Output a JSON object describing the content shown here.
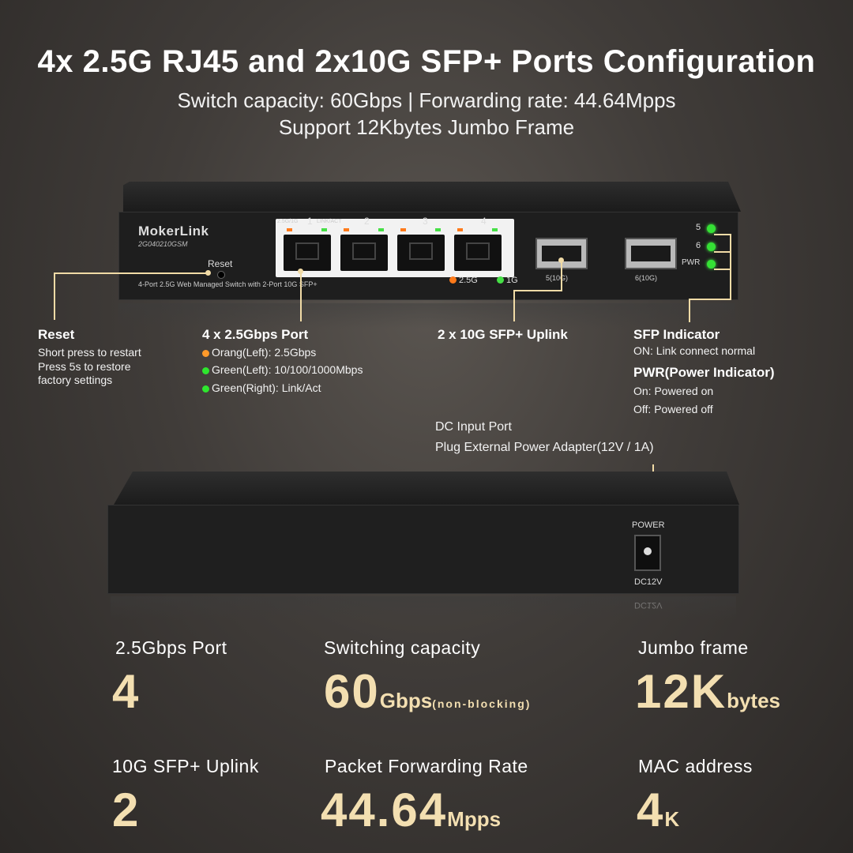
{
  "hero": {
    "title": "4x 2.5G RJ45 and 2x10G SFP+ Ports Configuration",
    "subtitle_1": "Switch capacity: 60Gbps | Forwarding rate: 44.64Mpps",
    "subtitle_2": "Support 12Kbytes Jumbo Frame"
  },
  "front_panel": {
    "brand": "MokerLink",
    "model": "2G040210GSM",
    "reset_label": "Reset",
    "description": "4-Port 2.5G Web Managed Switch with 2-Port 10G SFP+",
    "port_mode_label": "2.5G/1G",
    "port_link_label": "LINK/ACT",
    "port_numbers": [
      "1",
      "2",
      "3",
      "4"
    ],
    "legend_25g": "2.5G",
    "legend_1g": "1G",
    "sfp_labels": [
      "5(10G)",
      "6(10G)"
    ],
    "indicators": [
      "5",
      "6",
      "PWR"
    ]
  },
  "callouts": {
    "reset": {
      "title": "Reset",
      "lines": [
        "Short press to restart",
        "Press 5s to restore",
        "factory settings"
      ]
    },
    "rj45": {
      "title": "4 x 2.5Gbps Port",
      "items": [
        "Orang(Left): 2.5Gbps",
        "Green(Left): 10/100/1000Mbps",
        "Green(Right): Link/Act"
      ]
    },
    "sfp_uplink": {
      "title": "2 x 10G SFP+ Uplink"
    },
    "sfp_indicator": {
      "title": "SFP Indicator",
      "line": "ON: Link connect normal"
    },
    "pwr_indicator": {
      "title": "PWR(Power Indicator)",
      "lines": [
        "On: Powered on",
        "Off: Powered off"
      ]
    },
    "dc_input": {
      "line_1": "DC Input Port",
      "line_2": "Plug External Power Adapter(12V / 1A)"
    }
  },
  "rear_panel": {
    "power_label": "POWER",
    "dc_label": "DC12V"
  },
  "stats": [
    {
      "label": "2.5Gbps Port",
      "value": "4",
      "unit": "",
      "note": ""
    },
    {
      "label": "Switching capacity",
      "value": "60",
      "unit": "Gbps",
      "note": "(non-blocking)"
    },
    {
      "label": "Jumbo frame",
      "value": "12K",
      "unit": "bytes",
      "note": ""
    },
    {
      "label": "10G SFP+ Uplink",
      "value": "2",
      "unit": "",
      "note": ""
    },
    {
      "label": "Packet Forwarding Rate",
      "value": "44.64",
      "unit": "Mpps",
      "note": ""
    },
    {
      "label": "MAC address",
      "value": "4",
      "unit": "K",
      "note": ""
    }
  ],
  "colors": {
    "accent": "#f3dfb1",
    "led_orange": "#ff7a1a",
    "led_green": "#46e046"
  }
}
